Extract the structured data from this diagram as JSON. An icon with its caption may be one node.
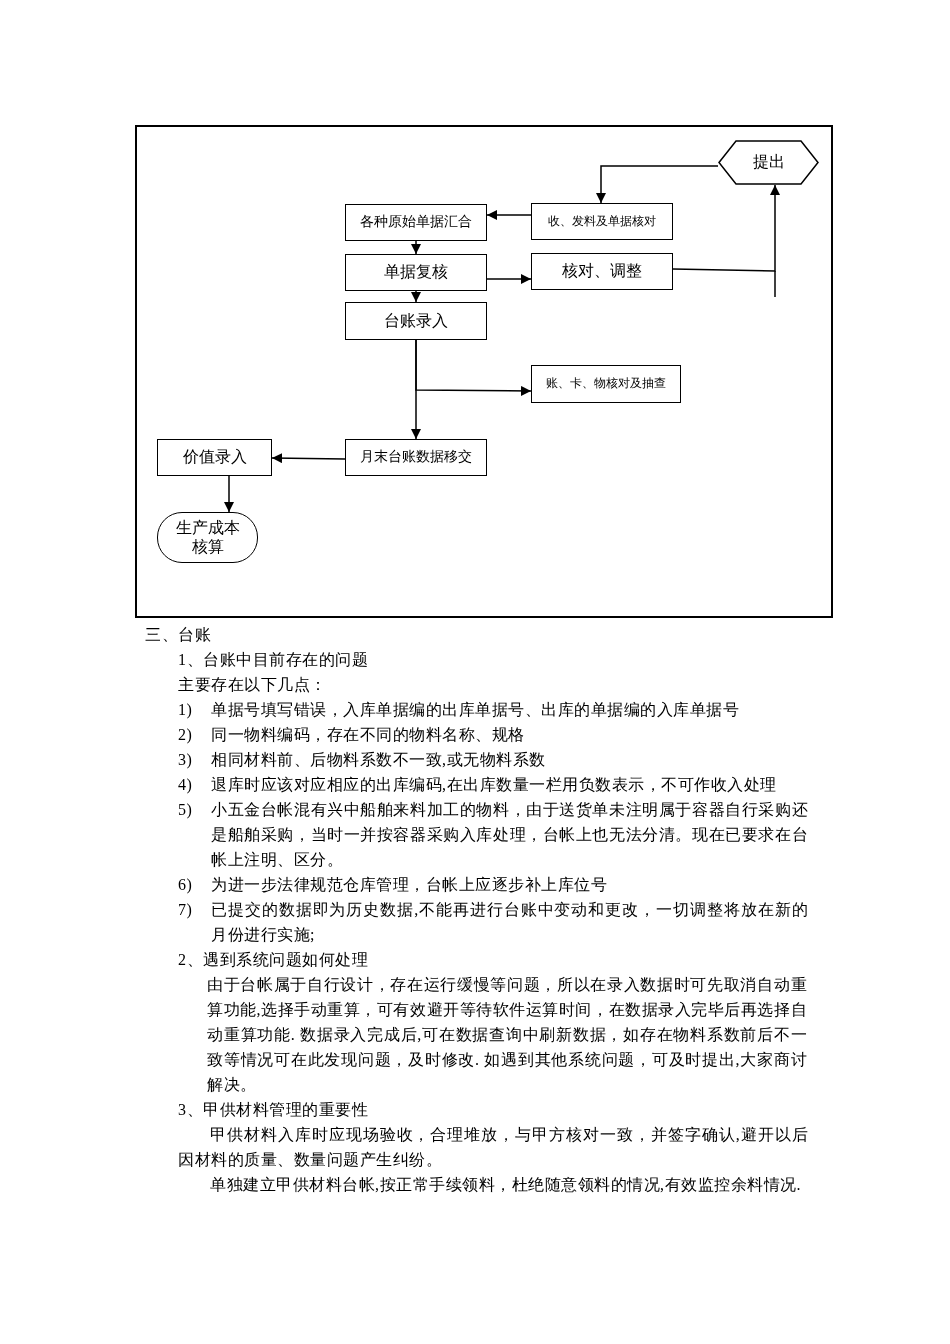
{
  "diagram": {
    "nodes": [
      {
        "text": [
          "提出"
        ]
      },
      {
        "text": [
          "各种原始单据汇合"
        ]
      },
      {
        "text": [
          "收、发料及单据核对"
        ]
      },
      {
        "text": [
          "单据复核"
        ]
      },
      {
        "text": [
          "核对、调整"
        ]
      },
      {
        "text": [
          "台账录入"
        ]
      },
      {
        "text": [
          "账、卡、物核对及抽查"
        ]
      },
      {
        "text": [
          "价值录入"
        ]
      },
      {
        "text": [
          "月末台账数据移交"
        ]
      },
      {
        "text": [
          "生产成本核算"
        ]
      }
    ],
    "edges": [
      {
        "from": 0,
        "to": 2,
        "arrow": "to"
      },
      {
        "from": 2,
        "to": 1,
        "arrow": "to"
      },
      {
        "from": 1,
        "to": 3,
        "arrow": "to"
      },
      {
        "from": 3,
        "to": 5,
        "arrow": "to"
      },
      {
        "from": 3,
        "to": 4,
        "arrow": "to"
      },
      {
        "from": 4,
        "to": 0,
        "arrow": "to"
      },
      {
        "from": 5,
        "to": 8,
        "arrow": "to"
      },
      {
        "from": 5,
        "to": 6,
        "arrow": "to"
      },
      {
        "from": 8,
        "to": 7,
        "arrow": "to"
      },
      {
        "from": 7,
        "to": 9,
        "arrow": "to"
      }
    ],
    "labels": [
      "三、台账",
      "1、台账中目前存在的问题",
      "主要存在以下几点：",
      "1)",
      "单据号填写错误，入库单据编的出库单据号、出库的单据编的入库单据号",
      "2)",
      "同一物料编码，存在不同的物料名称、规格",
      "3)",
      "相同材料前、后物料系数不一致,或无物料系数",
      "4)",
      "退库时应该对应相应的出库编码,在出库数量一栏用负数表示，不可作收入处理",
      "5)",
      "小五金台帐混有兴中船舶来料加工的物料，由于送货单未注明属于容器自行采购还是船舶采购，当时一并按容器采购入库处理，台帐上也无法分清。现在已要求在台帐上注明、区分。",
      "6)",
      "为进一步法律规范仓库管理，台帐上应逐步补上库位号",
      "7)",
      "已提交的数据即为历史数据,不能再进行台账中变动和更改，一切调整将放在新的月份进行实施;",
      "2、遇到系统问题如何处理",
      "由于台帐属于自行设计，存在运行缓慢等问题，所以在录入数据时可先取消自动重算功能,选择手动重算，可有效避开等待软件运算时间，在数据录入完毕后再选择自动重算功能. 数据录入完成后,可在数据查询中刷新数据，如存在物料系数前后不一致等情况可在此发现问题，及时修改. 如遇到其他系统问题，可及时提出,大家商讨解决。",
      "3、甲供材料管理的重要性",
      "甲供材料入库时应现场验收，合理堆放，与甲方核对一致，并签字确认,避开以后因材料的质量、数量问题产生纠纷。",
      "单独建立甲供材料台帐,按正常手续领料，杜绝随意领料的情况,有效监控余料情况."
    ]
  }
}
